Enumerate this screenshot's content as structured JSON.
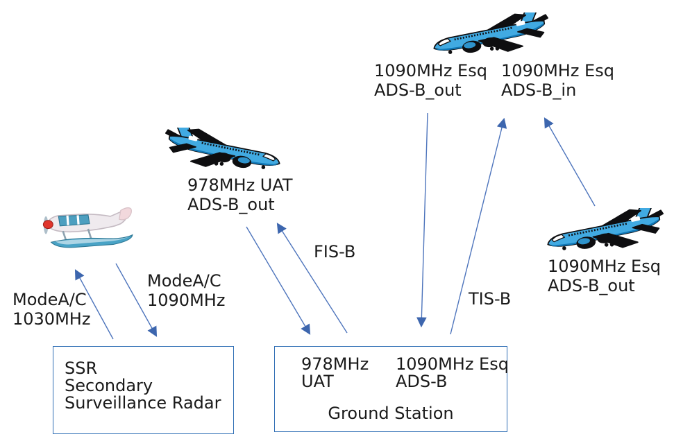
{
  "colors": {
    "arrow_blue": "#4d74bc",
    "arrowhead_blue": "#3d66ae",
    "box_border_blue": "#2e6db4",
    "text": "#1a1a1a",
    "jet_body_blue": "#41aae2",
    "jet_outline_black": "#0e0e10",
    "seaplane_float_blue": "#49a3c6",
    "seaplane_spinner_red": "#e0352c"
  },
  "icons": {
    "top_jet": "jet-airliner-icon",
    "middle_jet": "jet-airliner-icon",
    "right_jet": "jet-airliner-icon",
    "small_plane": "floatplane-icon",
    "arrows": "arrow-line-icon"
  },
  "aircraft_labels": {
    "top_out": {
      "line1": "1090MHz Esq",
      "line2": "ADS-B_out"
    },
    "top_in": {
      "line1": "1090MHz Esq",
      "line2": "ADS-B_in"
    },
    "uat": {
      "line1": "978MHz UAT",
      "line2": "ADS-B_out"
    },
    "right_out": {
      "line1": "1090MHz Esq",
      "line2": "ADS-B_out"
    }
  },
  "link_labels": {
    "fisb": "FIS-B",
    "tisb": "TIS-B",
    "modeac_1030": {
      "line1": "ModeA/C",
      "line2": "1030MHz"
    },
    "modeac_1090": {
      "line1": "ModeA/C",
      "line2": "1090MHz"
    }
  },
  "boxes": {
    "ssr": {
      "line1": "SSR",
      "line2": "Secondary",
      "line3": "Surveillance Radar"
    },
    "ground_station": {
      "uat": {
        "line1": "978MHz",
        "line2": "UAT"
      },
      "es": {
        "line1": "1090MHz Esq",
        "line2": "ADS-B"
      },
      "title": "Ground Station"
    }
  }
}
